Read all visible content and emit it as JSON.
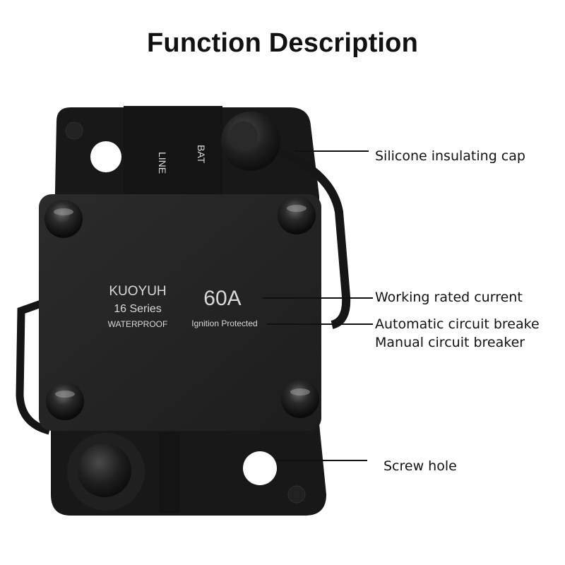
{
  "title": "Function Description",
  "product": {
    "brand": "KUOYUH",
    "series": "16 Series",
    "rating": "60A",
    "waterproof": "WATERPROOF",
    "ignition": "Ignition Protected",
    "terminal_left": "LINE",
    "terminal_right": "BAT"
  },
  "callouts": {
    "cap": "Silicone insulating cap",
    "rated_current": "Working rated current",
    "auto_breaker": "Automatic circuit breake",
    "manual_breaker": "Manual circuit breaker",
    "screw_hole": "Screw hole"
  },
  "colors": {
    "body": "#1c1c1c",
    "cover": "#232323",
    "label_text": "#d9d9d9"
  }
}
